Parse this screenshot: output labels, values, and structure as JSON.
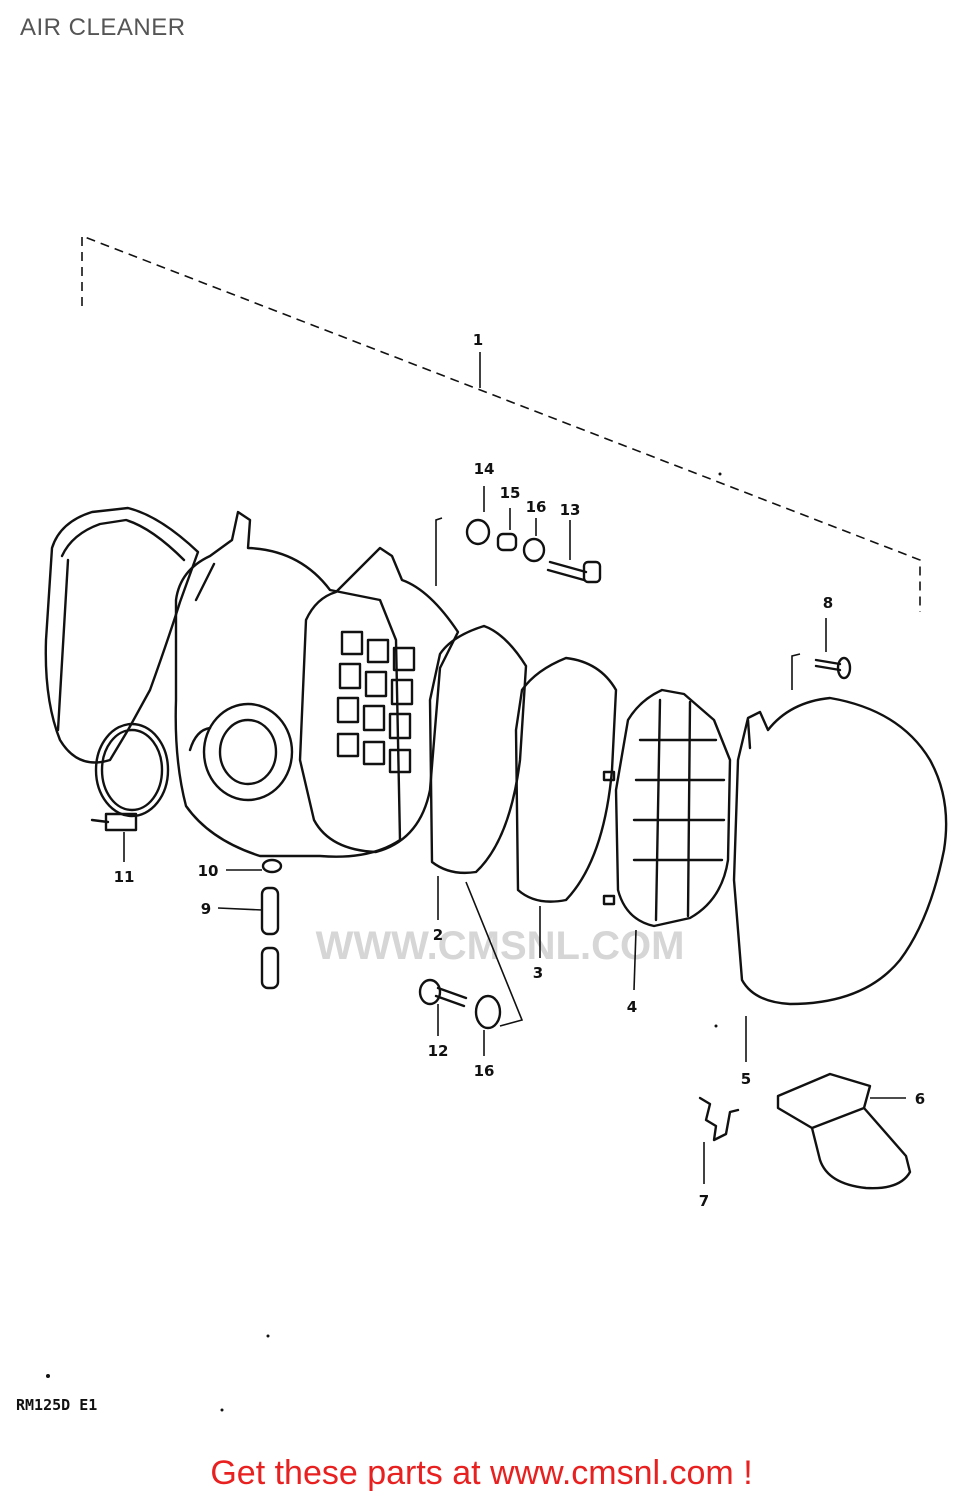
{
  "page": {
    "title": "AIR CLEANER"
  },
  "diagram": {
    "model_code": "RM125D E1",
    "watermark": "WWW.CMSNL.COM",
    "callouts": {
      "c1": "1",
      "c2": "2",
      "c3": "3",
      "c4": "4",
      "c5": "5",
      "c6": "6",
      "c7": "7",
      "c8": "8",
      "c9": "9",
      "c10": "10",
      "c11": "11",
      "c12": "12",
      "c13": "13",
      "c14": "14",
      "c15": "15",
      "c16a": "16",
      "c16b": "16"
    }
  },
  "footer": {
    "link_text": "Get these parts at www.cmsnl.com !"
  }
}
